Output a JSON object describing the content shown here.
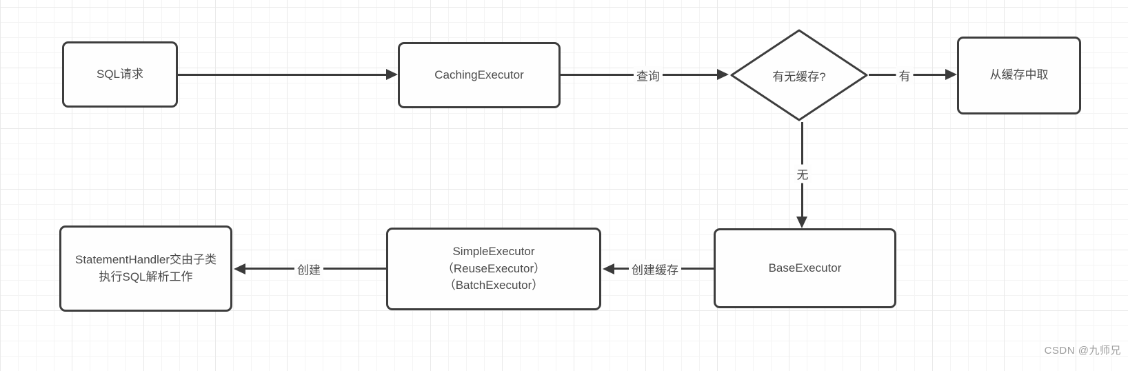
{
  "diagram": {
    "title": "MyBatis executor flowchart",
    "nodes": {
      "sql_request": {
        "label": "SQL请求"
      },
      "caching_executor": {
        "label": "CachingExecutor"
      },
      "cache_decision": {
        "label": "有无缓存?"
      },
      "from_cache": {
        "label": "从缓存中取"
      },
      "base_executor": {
        "label": "BaseExecutor"
      },
      "simple_executor": {
        "line1": "SimpleExecutor",
        "line2": "（ReuseExecutor）",
        "line3": "（BatchExecutor）"
      },
      "statement_handler": {
        "label": "StatementHandler交由子类执行SQL解析工作"
      }
    },
    "edge_labels": {
      "query": "查询",
      "yes": "有",
      "no": "无",
      "create_cache": "创建缓存",
      "create": "创建"
    },
    "colors": {
      "stroke": "#3b3b3b",
      "node_border": "#3d3d3d",
      "node_fill": "#fefefe",
      "text": "#4a4a4a",
      "watermark": "#9e9e9e",
      "grid_minor": "#f4f4f4",
      "grid_major": "#e9e9e9"
    }
  },
  "watermark": {
    "text": "CSDN @九师兄"
  }
}
